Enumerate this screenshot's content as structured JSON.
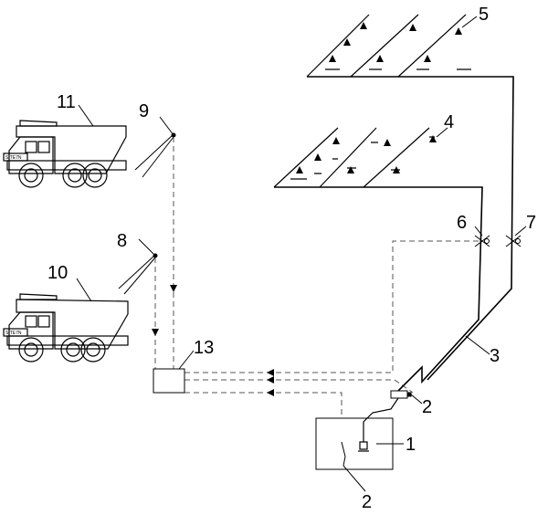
{
  "labels": {
    "tank": "1",
    "pump_lower": "2",
    "pump_upper": "2",
    "main_pipe": "3",
    "spray_group_lower": "4",
    "spray_group_upper": "5",
    "valve_left": "6",
    "valve_right": "7",
    "sensor_lower": "8",
    "sensor_upper": "9",
    "truck_lower": "10",
    "truck_upper": "11",
    "controller": "13"
  },
  "truck_plate_text": "SITE7N"
}
